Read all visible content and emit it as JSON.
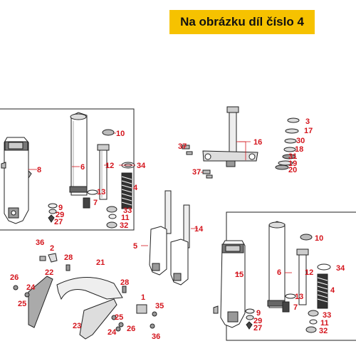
{
  "banner": {
    "text": "Na obrázku díl číslo 4"
  },
  "callouts": {
    "c2": "2",
    "c3": "3",
    "c4": "4",
    "c5": "5",
    "c6": "6",
    "c7": "7",
    "c8": "8",
    "c9": "9",
    "c10": "10",
    "c11": "11",
    "c12": "12",
    "c13": "13",
    "c14": "14",
    "c15": "15",
    "c16": "16",
    "c17": "17",
    "c18": "18",
    "c19": "19",
    "c20": "20",
    "c21": "21",
    "c22": "22",
    "c23": "23",
    "c24": "24",
    "c25": "25",
    "c26": "26",
    "c27": "27",
    "c28": "28",
    "c29": "29",
    "c30": "30",
    "c31": "31",
    "c32": "32",
    "c33": "33",
    "c34": "34",
    "c35": "35",
    "c36": "36",
    "c37": "37",
    "c1": "1"
  },
  "colors": {
    "callout": "#d4141c",
    "banner": "#f6c200",
    "line": "#222222"
  }
}
